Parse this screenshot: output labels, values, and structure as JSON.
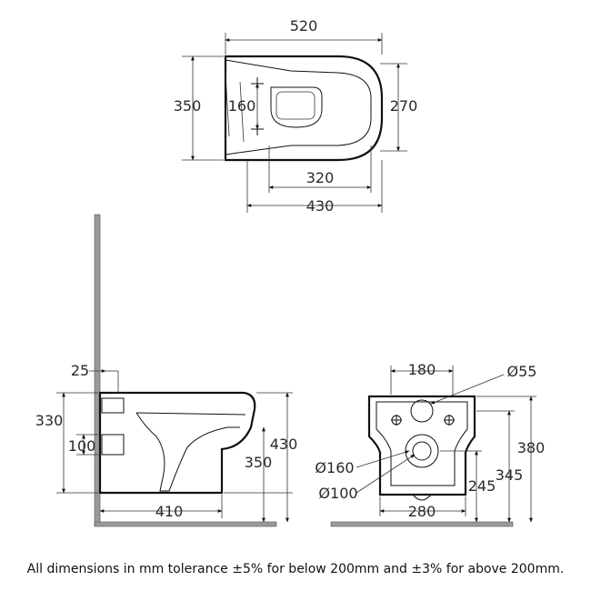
{
  "top_view": {
    "width_total": "520",
    "depth_total": "350",
    "fixing_spacing": "160",
    "seat_depth": "270",
    "rim_width": "320",
    "overall_width": "430"
  },
  "side_view": {
    "wall_offset": "25",
    "height_fixing": "330",
    "pipe_height": "100",
    "overall_height": "430",
    "bowl_height": "350",
    "projection": "410"
  },
  "front_view": {
    "fixing_centres": "180",
    "hole_small": "Ø55",
    "outlet_dia": "Ø160",
    "waste_dia": "Ø100",
    "height_upper": "380",
    "height_mid": "345",
    "height_outlet": "245",
    "base_width": "280"
  },
  "footer": {
    "tolerance_note": "All dimensions in mm tolerance ±5% for below 200mm and ±3% for above 200mm."
  }
}
